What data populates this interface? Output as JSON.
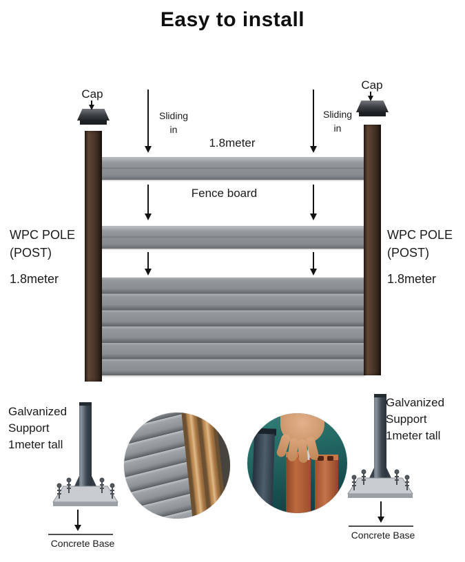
{
  "title": "Easy to install",
  "fence_diagram": {
    "caps": {
      "left": "Cap",
      "right": "Cap"
    },
    "sliding": {
      "left": {
        "line1": "Sliding",
        "line2": "in"
      },
      "right": {
        "line1": "Sliding",
        "line2": "in"
      }
    },
    "board_length": "1.8meter",
    "fence_board_label": "Fence board",
    "poles": {
      "left": {
        "name_line1": "WPC POLE",
        "name_line2": "(POST)",
        "height": "1.8meter"
      },
      "right": {
        "name_line1": "WPC POLE",
        "name_line2": "(POST)",
        "height": "1.8meter"
      }
    }
  },
  "base_section": {
    "supports": {
      "left": {
        "line1": "Galvanized",
        "line2": "Support",
        "line3": "1meter tall",
        "base_label": "Concrete Base"
      },
      "right": {
        "line1": "Galvanized",
        "line2": "Support",
        "line3": "1meter tall",
        "base_label": "Concrete Base"
      }
    },
    "photos": {
      "left_alt": "fence-board-channel-closeup",
      "right_alt": "hand-inserting-connector"
    }
  },
  "colors": {
    "text": "#141414",
    "post_brown": "#4a372a",
    "board_gray": "#8d9195",
    "cap_dark": "#2d3033",
    "steel_gray": "#3c4650",
    "plate_gray": "#c9cdd1",
    "photo_teal": "#1f6b66",
    "wood_tan": "#c99a62",
    "terracotta": "#bd6a3e"
  }
}
